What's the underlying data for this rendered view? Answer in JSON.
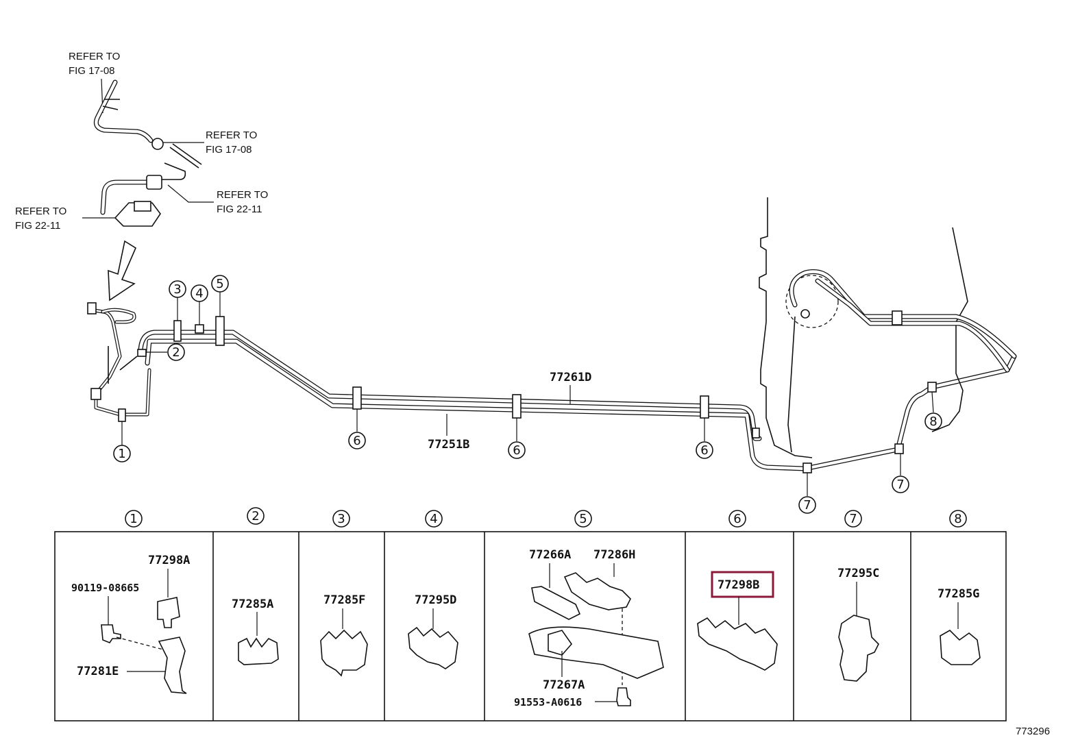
{
  "refer_labels": [
    {
      "line1": "REFER TO",
      "line2": "FIG 17-08"
    },
    {
      "line1": "REFER TO",
      "line2": "FIG 17-08"
    },
    {
      "line1": "REFER TO",
      "line2": "FIG 22-11"
    },
    {
      "line1": "REFER TO",
      "line2": "FIG 22-11"
    }
  ],
  "line_labels": {
    "upper": "77261D",
    "lower": "77251B"
  },
  "callouts_top": [
    "1",
    "2",
    "3",
    "4",
    "5",
    "6",
    "6",
    "6",
    "7",
    "7",
    "8"
  ],
  "table_headers": [
    "1",
    "2",
    "3",
    "4",
    "5",
    "6",
    "7",
    "8"
  ],
  "table_parts": {
    "c1": [
      "77298A",
      "90119-08665",
      "77281E"
    ],
    "c2": [
      "77285A"
    ],
    "c3": [
      "77285F"
    ],
    "c4": [
      "77295D"
    ],
    "c5": [
      "77266A",
      "77286H",
      "77267A",
      "91553-A0616"
    ],
    "c6": [
      "77298B"
    ],
    "c7": [
      "77295C"
    ],
    "c8": [
      "77285G"
    ]
  },
  "highlighted_part": "77298B",
  "highlight_color": "#8b1a3a",
  "diagram_id": "773296"
}
